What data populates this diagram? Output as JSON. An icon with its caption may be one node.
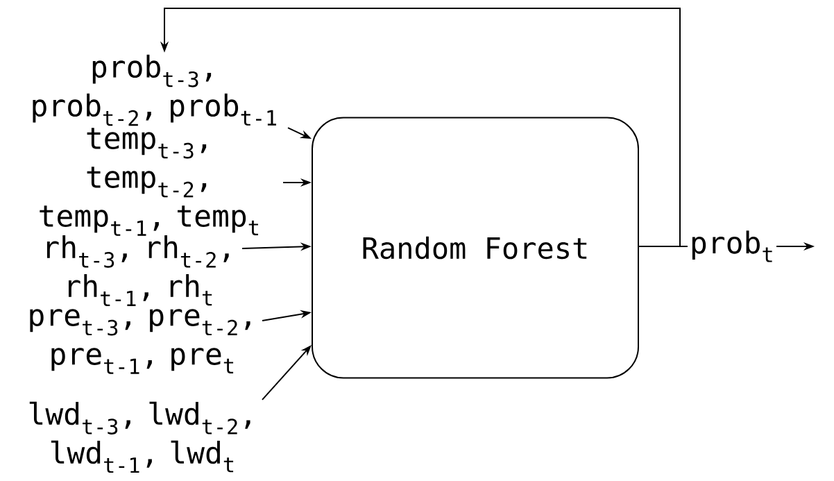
{
  "diagram": {
    "nodes": [
      {
        "text": [
          "prob$_{t-3}$, prob$_{t-2}$, prob$_{t-1}$"
        ]
      },
      {
        "text": [
          "temp$_{t-3}$, temp$_{t-2}$, temp$_{t-1}$, temp$_{t}$"
        ]
      },
      {
        "text": [
          "rh$_{t-3}$, rh$_{t-2}$, rh$_{t-1}$, rh$_{t}$"
        ]
      },
      {
        "text": [
          "pre$_{t-3}$, pre$_{t-2}$, pre$_{t-1}$, pre$_{t}$"
        ]
      },
      {
        "text": [
          "lwd$_{t-3}$, lwd$_{t-2}$, lwd$_{t-1}$, lwd$_{t}$"
        ]
      },
      {
        "text": [
          "Random Forest"
        ]
      },
      {
        "text": [
          "prob$_{t}$"
        ]
      }
    ],
    "edges": [
      {
        "from": 0,
        "to": 5,
        "arrow": "to"
      },
      {
        "from": 1,
        "to": 5,
        "arrow": "to"
      },
      {
        "from": 2,
        "to": 5,
        "arrow": "to"
      },
      {
        "from": 3,
        "to": 5,
        "arrow": "to"
      },
      {
        "from": 4,
        "to": 5,
        "arrow": "to"
      },
      {
        "from": 5,
        "to": 6,
        "arrow": "none"
      },
      {
        "from": 6,
        "to": null,
        "arrow": "to"
      },
      {
        "from": 5,
        "to": 0,
        "arrow": "to"
      }
    ]
  }
}
